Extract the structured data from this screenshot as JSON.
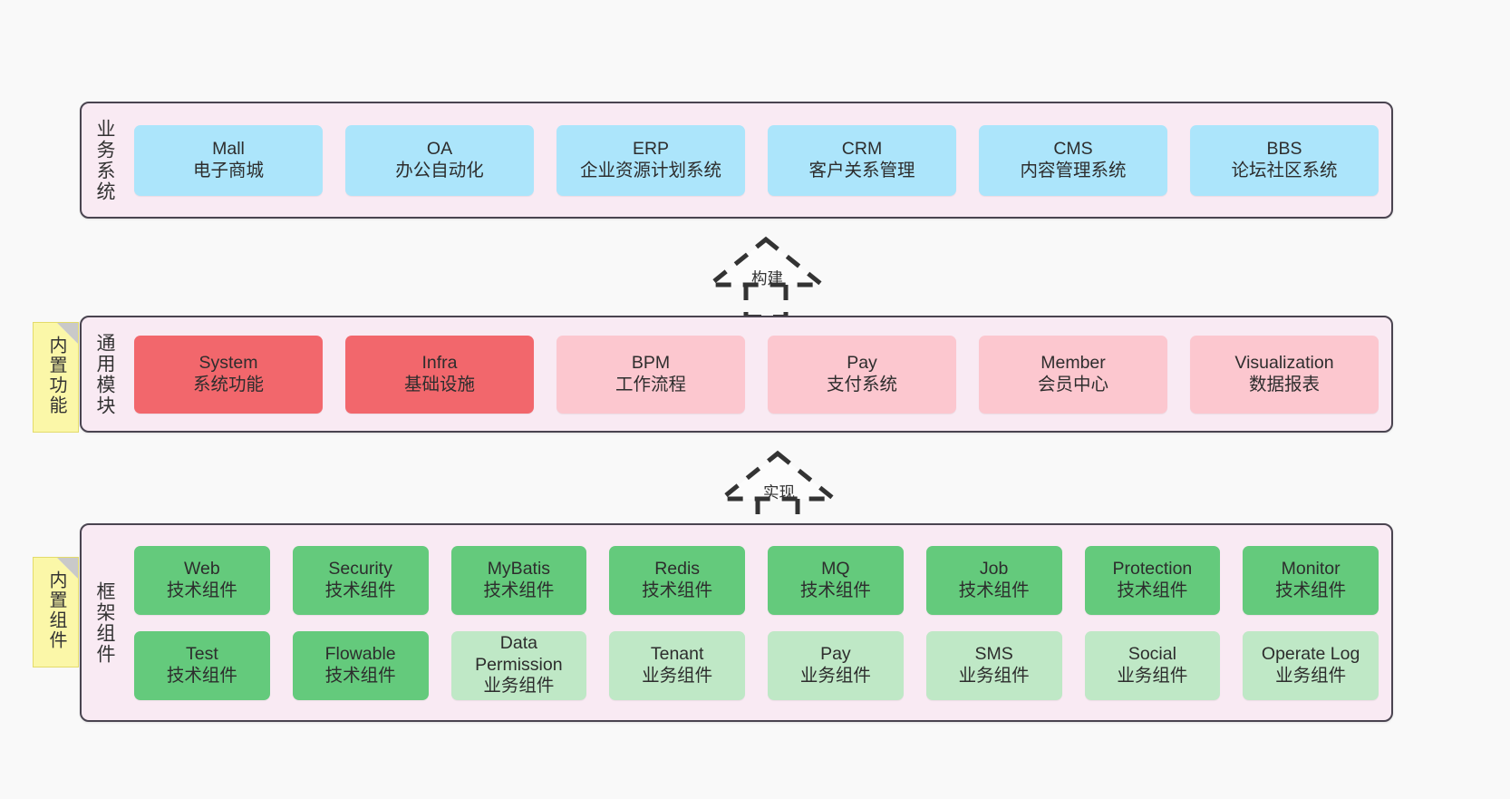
{
  "diagram": {
    "title_hidden": "",
    "colors": {
      "canvas_bg": "#f9f9f9",
      "layer_bg": "#f9eaf3",
      "layer_border": "#4a4450",
      "business_card": "#ace5fb",
      "module_strong": "#f2676c",
      "module_light": "#fcc7cf",
      "framework_tech": "#64ca7c",
      "framework_business": "#bfe8c6",
      "sticky_note": "#fbf7a8",
      "connector": "#333333"
    }
  },
  "layers": [
    {
      "id": "business-system",
      "title": "业务系统",
      "cards": [
        {
          "name": "Mall",
          "desc": "电子商城"
        },
        {
          "name": "OA",
          "desc": "办公自动化"
        },
        {
          "name": "ERP",
          "desc": "企业资源计划系统"
        },
        {
          "name": "CRM",
          "desc": "客户关系管理"
        },
        {
          "name": "CMS",
          "desc": "内容管理系统"
        },
        {
          "name": "BBS",
          "desc": "论坛社区系统"
        }
      ]
    },
    {
      "id": "common-module",
      "title": "通用模块",
      "sticky": "内置功能",
      "cards": [
        {
          "name": "System",
          "desc": "系统功能",
          "variant": "strong"
        },
        {
          "name": "Infra",
          "desc": "基础设施",
          "variant": "strong"
        },
        {
          "name": "BPM",
          "desc": "工作流程",
          "variant": "light"
        },
        {
          "name": "Pay",
          "desc": "支付系统",
          "variant": "light"
        },
        {
          "name": "Member",
          "desc": "会员中心",
          "variant": "light"
        },
        {
          "name": "Visualization",
          "desc": "数据报表",
          "variant": "light"
        }
      ]
    },
    {
      "id": "framework-component",
      "title": "框架组件",
      "sticky": "内置组件",
      "row1": [
        {
          "name": "Web",
          "desc": "技术组件",
          "variant": "tech"
        },
        {
          "name": "Security",
          "desc": "技术组件",
          "variant": "tech"
        },
        {
          "name": "MyBatis",
          "desc": "技术组件",
          "variant": "tech"
        },
        {
          "name": "Redis",
          "desc": "技术组件",
          "variant": "tech"
        },
        {
          "name": "MQ",
          "desc": "技术组件",
          "variant": "tech"
        },
        {
          "name": "Job",
          "desc": "技术组件",
          "variant": "tech"
        },
        {
          "name": "Protection",
          "desc": "技术组件",
          "variant": "tech"
        },
        {
          "name": "Monitor",
          "desc": "技术组件",
          "variant": "tech"
        }
      ],
      "row2": [
        {
          "name": "Test",
          "desc": "技术组件",
          "variant": "tech"
        },
        {
          "name": "Flowable",
          "desc": "技术组件",
          "variant": "tech"
        },
        {
          "name": "Data Permission",
          "desc": "业务组件",
          "variant": "business"
        },
        {
          "name": "Tenant",
          "desc": "业务组件",
          "variant": "business"
        },
        {
          "name": "Pay",
          "desc": "业务组件",
          "variant": "business"
        },
        {
          "name": "SMS",
          "desc": "业务组件",
          "variant": "business"
        },
        {
          "name": "Social",
          "desc": "业务组件",
          "variant": "business"
        },
        {
          "name": "Operate Log",
          "desc": "业务组件",
          "variant": "business"
        }
      ]
    }
  ],
  "connectors": [
    {
      "id": "build",
      "label": "构建"
    },
    {
      "id": "implement",
      "label": "实现"
    }
  ]
}
